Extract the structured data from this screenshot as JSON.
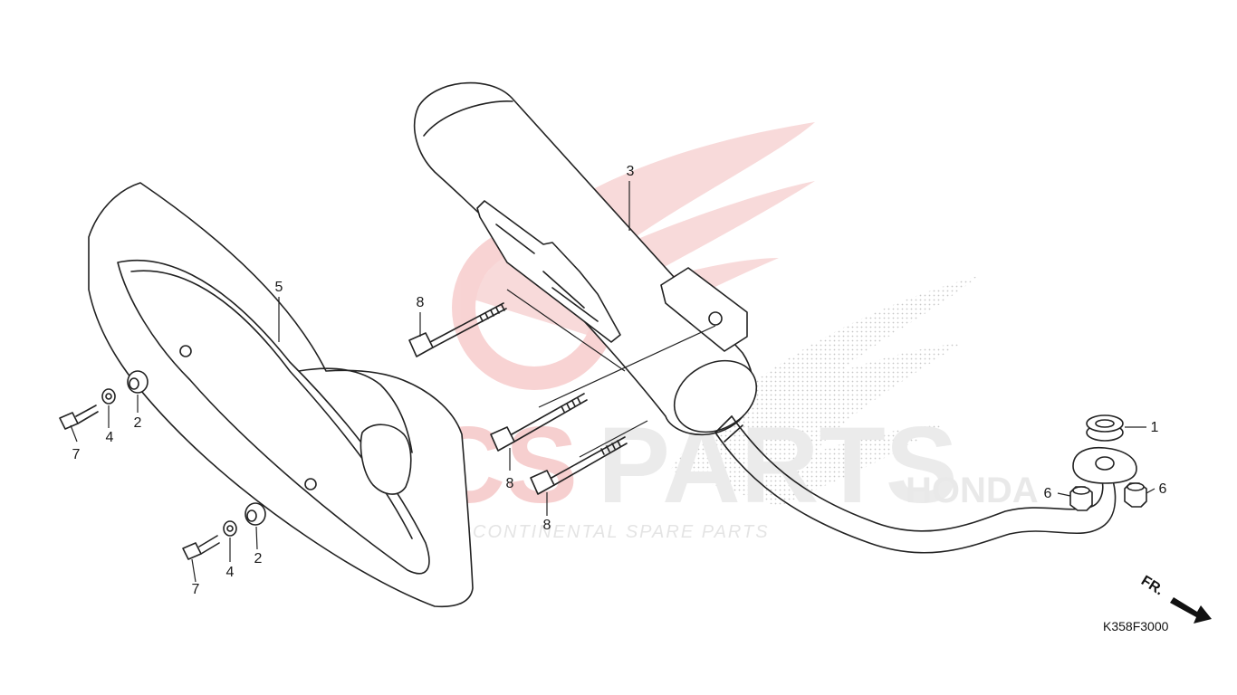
{
  "diagram": {
    "diagram_code": "K358F3000",
    "direction_label": "FR.",
    "watermark": {
      "brand_red": "ICS",
      "brand_gray": "PARTS",
      "tagline": "INTERCONTINENTAL SPARE PARTS",
      "brand_word": "HONDA"
    },
    "callouts": {
      "c1": "1",
      "c2a": "2",
      "c2b": "2",
      "c3": "3",
      "c4a": "4",
      "c4b": "4",
      "c5": "5",
      "c6a": "6",
      "c6b": "6",
      "c7a": "7",
      "c7b": "7",
      "c8a": "8",
      "c8b": "8",
      "c8c": "8"
    },
    "colors": {
      "line": "#222222",
      "watermark_red": "#e04a4a",
      "watermark_gray": "#c8c8c8"
    }
  }
}
